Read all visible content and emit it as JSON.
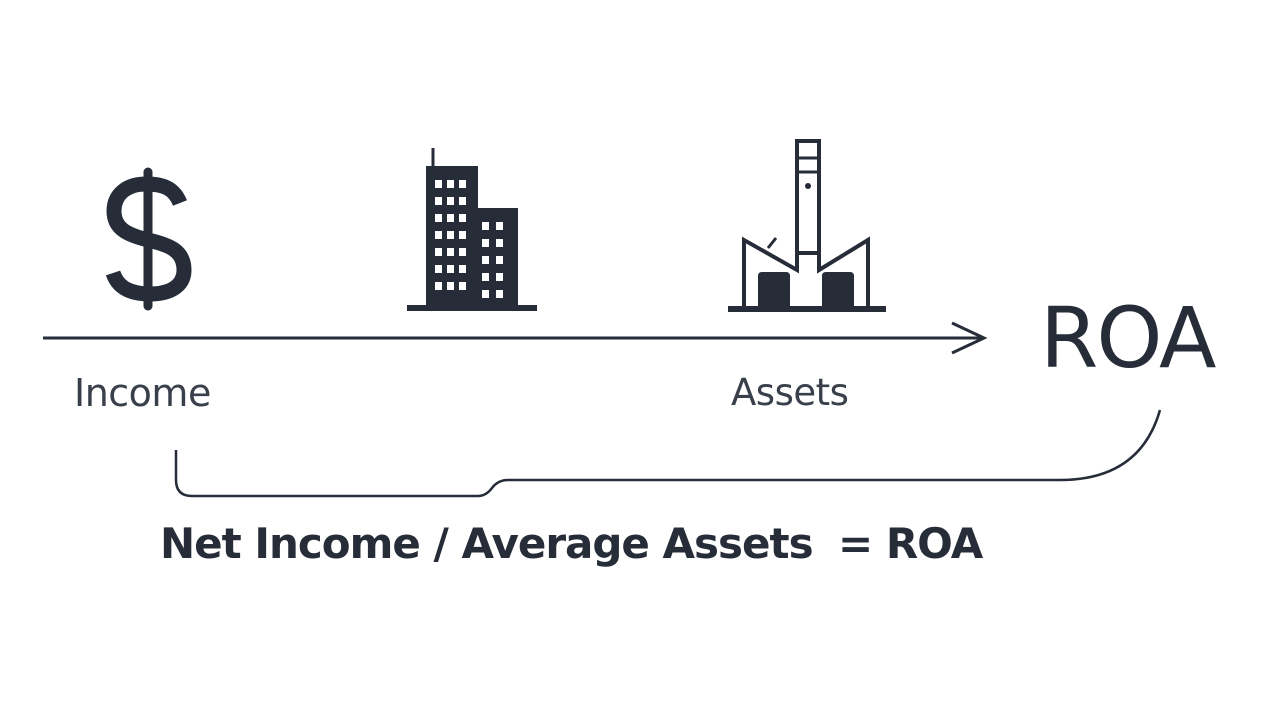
{
  "labels": {
    "income": "Income",
    "assets": "Assets",
    "roa": "ROA"
  },
  "formula": {
    "expression": "Net Income / Average Assets",
    "result": "= ROA"
  },
  "icons": [
    "dollar-icon",
    "office-building-icon",
    "factory-icon",
    "arrow-right-icon"
  ],
  "colors": {
    "ink": "#262c38",
    "text": "#3a404b",
    "background": "#ffffff"
  }
}
